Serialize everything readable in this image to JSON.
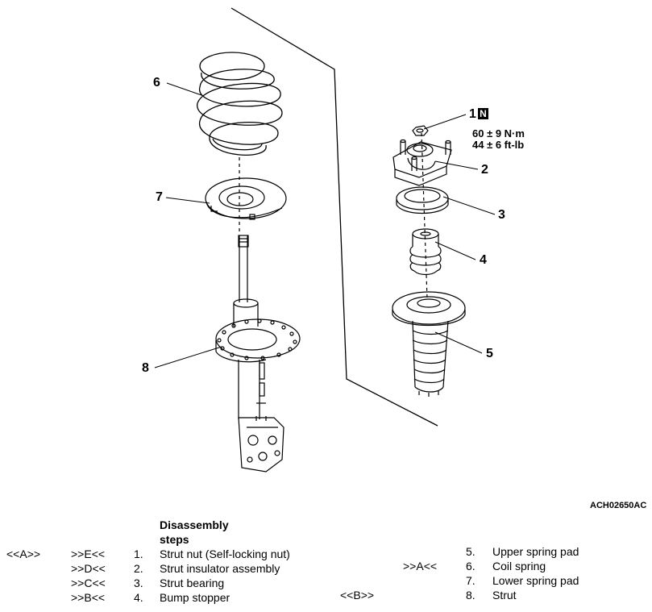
{
  "diagram": {
    "reference_code": "ACH02650AC",
    "callouts": {
      "c1": "1",
      "c1_badge": "N",
      "c2": "2",
      "c3": "3",
      "c4": "4",
      "c5": "5",
      "c6": "6",
      "c7": "7",
      "c8": "8"
    },
    "torque_spec": [
      "60 ± 9 N·m",
      "44 ± 6 ft-lb"
    ]
  },
  "steps": {
    "header_line1": "Disassembly",
    "header_line2": "steps",
    "left": [
      {
        "marker_a": "<<A>>",
        "marker_b": ">>E<<",
        "num": "1.",
        "label": "Strut nut (Self-locking nut)"
      },
      {
        "marker_a": "",
        "marker_b": ">>D<<",
        "num": "2.",
        "label": "Strut insulator assembly"
      },
      {
        "marker_a": "",
        "marker_b": ">>C<<",
        "num": "3.",
        "label": "Strut bearing"
      },
      {
        "marker_a": "",
        "marker_b": ">>B<<",
        "num": "4.",
        "label": "Bump stopper"
      }
    ],
    "right": [
      {
        "marker_a": "",
        "marker_b": "",
        "num": "5.",
        "label": "Upper spring pad"
      },
      {
        "marker_a": "",
        "marker_b": ">>A<<",
        "num": "6.",
        "label": "Coil spring"
      },
      {
        "marker_a": "",
        "marker_b": "",
        "num": "7.",
        "label": "Lower spring pad"
      },
      {
        "marker_a": "<<B>>",
        "marker_b": "",
        "num": "8.",
        "label": "Strut"
      }
    ]
  }
}
